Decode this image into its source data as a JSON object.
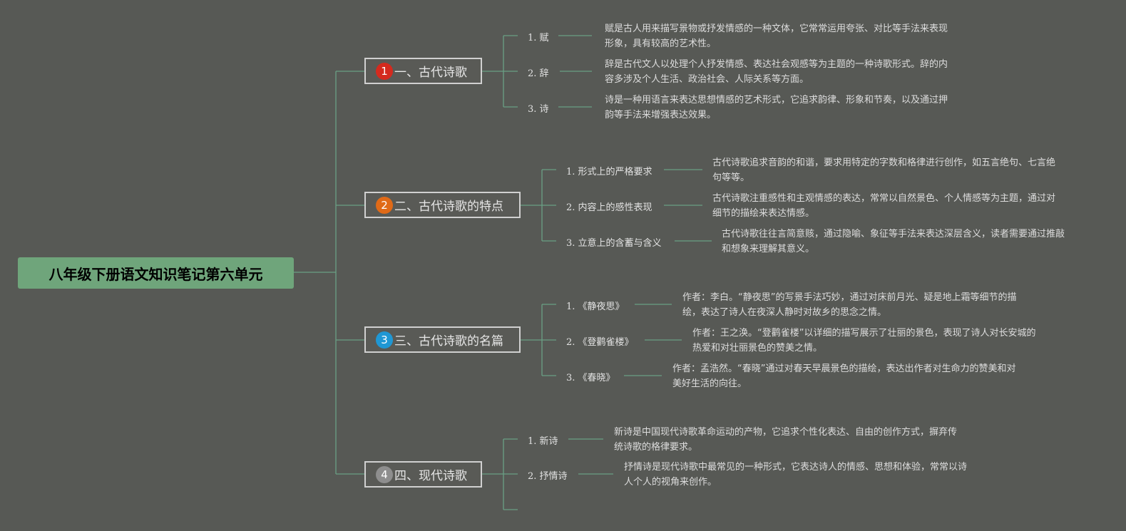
{
  "colors": {
    "background": "#575955",
    "root_fill": "#6fa57b",
    "connector": "#6aa085",
    "branch_border": "#d0d0d0"
  },
  "root": {
    "title": "八年级下册语文知识笔记第六单元"
  },
  "branches": [
    {
      "badge": "1",
      "badge_color": "#d42a1e",
      "title": "一、古代诗歌",
      "items": [
        {
          "label": "1. 赋",
          "note": "赋是古人用来描写景物或抒发情感的一种文体，它常常运用夸张、对比等手法来表现形象，具有较高的艺术性。"
        },
        {
          "label": "2. 辞",
          "note": "辞是古代文人以处理个人抒发情感、表达社会观感等为主题的一种诗歌形式。辞的内容多涉及个人生活、政治社会、人际关系等方面。"
        },
        {
          "label": "3. 诗",
          "note": "诗是一种用语言来表达思想情感的艺术形式，它追求韵律、形象和节奏，以及通过押韵等手法来增强表达效果。"
        }
      ]
    },
    {
      "badge": "2",
      "badge_color": "#e06a17",
      "title": "二、古代诗歌的特点",
      "items": [
        {
          "label": "1. 形式上的严格要求",
          "note": "古代诗歌追求音韵的和谐，要求用特定的字数和格律进行创作，如五言绝句、七言绝句等等。"
        },
        {
          "label": "2. 内容上的感性表现",
          "note": "古代诗歌注重感性和主观情感的表达，常常以自然景色、个人情感等为主题，通过对细节的描绘来表达情感。"
        },
        {
          "label": "3. 立意上的含蓄与含义",
          "note": "古代诗歌往往言简意赅，通过隐喻、象征等手法来表达深层含义，读者需要通过推敲和想象来理解其意义。"
        }
      ]
    },
    {
      "badge": "3",
      "badge_color": "#1f97d4",
      "title": "三、古代诗歌的名篇",
      "items": [
        {
          "label": "1. 《静夜思》",
          "note": "作者：李白。“静夜思”的写景手法巧妙，通过对床前月光、疑是地上霜等细节的描绘，表达了诗人在夜深人静时对故乡的思念之情。"
        },
        {
          "label": "2. 《登鹳雀楼》",
          "note": "作者：王之涣。“登鹳雀楼”以详细的描写展示了壮丽的景色，表现了诗人对长安城的热爱和对壮丽景色的赞美之情。"
        },
        {
          "label": "3. 《春晓》",
          "note": "作者：孟浩然。“春晓”通过对春天早晨景色的描绘，表达出作者对生命力的赞美和对美好生活的向往。"
        }
      ]
    },
    {
      "badge": "4",
      "badge_color": "#8e8e8e",
      "title": "四、现代诗歌",
      "items": [
        {
          "label": "1. 新诗",
          "note": "新诗是中国现代诗歌革命运动的产物，它追求个性化表达、自由的创作方式，摒弃传统诗歌的格律要求。"
        },
        {
          "label": "2. 抒情诗",
          "note": "抒情诗是现代诗歌中最常见的一种形式，它表达诗人的情感、思想和体验，常常以诗人个人的视角来创作。"
        }
      ]
    }
  ]
}
